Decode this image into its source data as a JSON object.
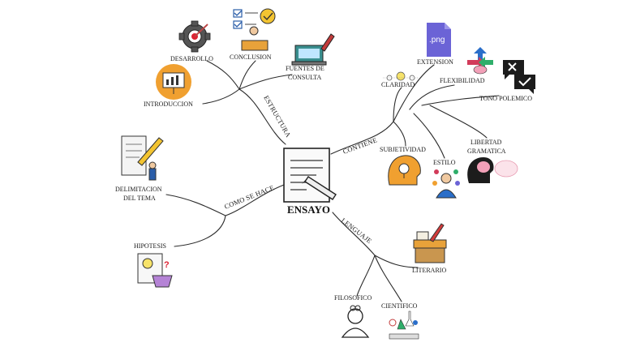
{
  "center": {
    "label": "ENSAYO",
    "icon": "document-pen-icon"
  },
  "branches": {
    "estructura": {
      "label": "ESTRUCTURA",
      "items": {
        "desarrollo": "DESARROLLO",
        "conclusion": "CONCLUSION",
        "fuentes_line1": "FUENTES DE",
        "fuentes_line2": "CONSULTA",
        "introduccion": "INTRODUCCION"
      }
    },
    "contiene": {
      "label": "CONTIENE",
      "items": {
        "extension": "EXTENSION",
        "claridad": "CLARIDAD",
        "flexibilidad": "FLEXIBILIDAD",
        "tono_polemico": "TONO POLEMICO",
        "subjetividad": "SUBJETIVIDAD",
        "estilo": "ESTILO",
        "libertad_line1": "LIBERTAD",
        "libertad_line2": "GRAMATICA"
      },
      "png_badge": ".png"
    },
    "como_se_hace": {
      "label": "COMO SE HACE",
      "items": {
        "delimitacion_line1": "DELIMITACION",
        "delimitacion_line2": "DEL TEMA",
        "hipotesis": "HIPOTESIS"
      }
    },
    "lenguaje": {
      "label": "LENGUAJE",
      "items": {
        "literario": "LITERARIO",
        "filosofico": "FILOSOFICO",
        "cientifico": "CIENTIFICO"
      }
    }
  },
  "colors": {
    "line": "#2b2b2b",
    "accent_orange": "#f0a030",
    "png_purple": "#6b63d6",
    "teal": "#3a8f8f"
  }
}
